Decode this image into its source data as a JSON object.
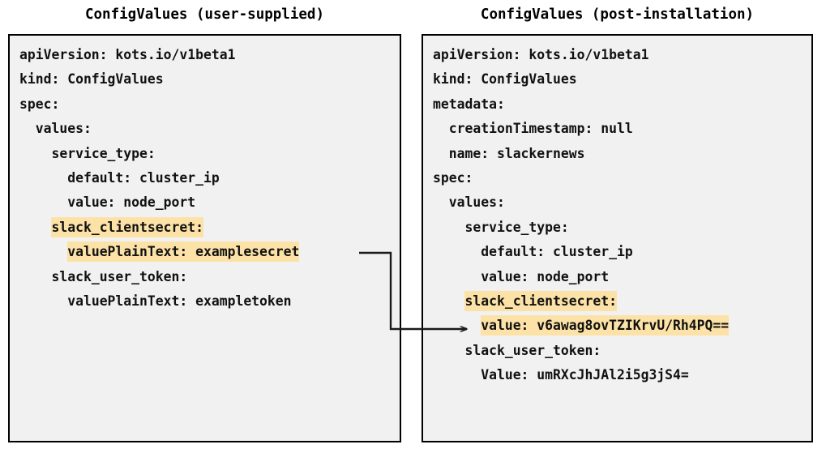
{
  "colors": {
    "highlight": "#fde2a7",
    "panel_background": "#f1f1f1",
    "panel_border": "#000000",
    "text": "#111111",
    "connector": "#1a1a1a"
  },
  "panels": {
    "left": {
      "title": "ConfigValues (user-supplied)",
      "lines": [
        {
          "indent": 0,
          "text": "apiVersion: kots.io/v1beta1",
          "highlight": false
        },
        {
          "indent": 0,
          "text": "kind: ConfigValues",
          "highlight": false
        },
        {
          "indent": 0,
          "text": "spec:",
          "highlight": false
        },
        {
          "indent": 2,
          "text": "values:",
          "highlight": false
        },
        {
          "indent": 4,
          "text": "service_type:",
          "highlight": false
        },
        {
          "indent": 6,
          "text": "default: cluster_ip",
          "highlight": false
        },
        {
          "indent": 6,
          "text": "value: node_port",
          "highlight": false
        },
        {
          "indent": 4,
          "text": "slack_clientsecret:",
          "highlight": true
        },
        {
          "indent": 6,
          "text": "valuePlainText: examplesecret",
          "highlight": true
        },
        {
          "indent": 4,
          "text": "slack_user_token:",
          "highlight": false
        },
        {
          "indent": 6,
          "text": "valuePlainText: exampletoken",
          "highlight": false
        }
      ]
    },
    "right": {
      "title": "ConfigValues (post-installation)",
      "lines": [
        {
          "indent": 0,
          "text": "apiVersion: kots.io/v1beta1",
          "highlight": false
        },
        {
          "indent": 0,
          "text": "kind: ConfigValues",
          "highlight": false
        },
        {
          "indent": 0,
          "text": "metadata:",
          "highlight": false
        },
        {
          "indent": 2,
          "text": "creationTimestamp: null",
          "highlight": false
        },
        {
          "indent": 2,
          "text": "name: slackernews",
          "highlight": false
        },
        {
          "indent": 0,
          "text": "spec:",
          "highlight": false
        },
        {
          "indent": 2,
          "text": "values:",
          "highlight": false
        },
        {
          "indent": 4,
          "text": "service_type:",
          "highlight": false
        },
        {
          "indent": 6,
          "text": "default: cluster_ip",
          "highlight": false
        },
        {
          "indent": 6,
          "text": "value: node_port",
          "highlight": false
        },
        {
          "indent": 4,
          "text": "slack_clientsecret:",
          "highlight": true
        },
        {
          "indent": 6,
          "text": "value: v6awag8ovTZIKrvU/Rh4PQ==",
          "highlight": true
        },
        {
          "indent": 4,
          "text": "slack_user_token:",
          "highlight": false
        },
        {
          "indent": 6,
          "text": "Value: umRXcJhJAl2i5g3jS4=",
          "highlight": false
        }
      ]
    }
  },
  "connector": {
    "name": "secret-encryption-arrow",
    "from_line": "valuePlainText: examplesecret",
    "to_line": "value: v6awag8ovTZIKrvU/Rh4PQ=="
  }
}
